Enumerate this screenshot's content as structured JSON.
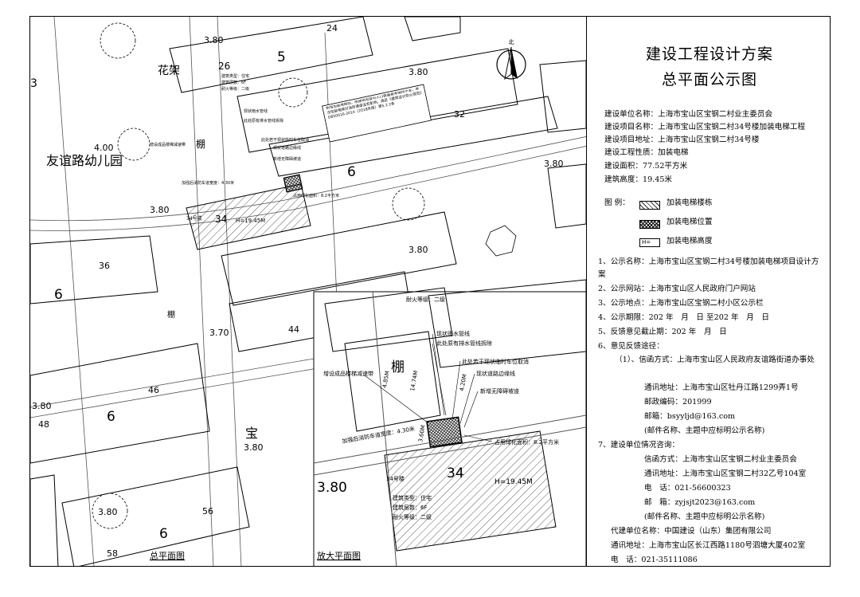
{
  "panel": {
    "title1": "建设工程设计方案",
    "title2": "总平面公示图",
    "info": [
      "建设单位名称：上海市宝山区宝钢二村业主委员会",
      "建设项目名称：上海市宝山区宝钢二村34号楼加装电梯工程",
      "建设项目地址：上海市宝山区宝钢二村34号楼",
      "建设工程性质：加装电梯",
      "建设面积：77.52平方米",
      "建筑高度：19.45米"
    ],
    "legend_title": "图 例：",
    "legend": [
      {
        "label": "加装电梯楼栋"
      },
      {
        "label": "加装电梯位置"
      },
      {
        "symbol": "H=",
        "label": "加装电梯高度"
      }
    ],
    "notes": [
      "1、公示名称：上海市宝山区宝钢二村34号楼加装电梯项目设计方案",
      "2、公示网站：上海市宝山区人民政府门户网站",
      "3、公示地点：上海市宝山区宝钢二村小区公示栏",
      "4、公示期限：202 年　月　日 至202 年　月　日",
      "5、反馈意见截止期：202 年　月　日",
      "6、意见反馈途径：",
      "（1）、信函方式：上海市宝山区人民政府友谊路街道办事处"
    ],
    "feedback": [
      "通讯地址：上海市宝山区牡丹江路1299弄1号",
      "邮政编码：201999",
      "邮箱：bsyyljd@163.com",
      "(邮件名称、主题中应标明公示名称)"
    ],
    "consult_title": "7、建设单位情况咨询：",
    "consult": [
      "信函方式：上海市宝山区宝钢二村业主委员会",
      "通讯地址：上海市宝山区宝钢二村32乙号104室",
      "电　话：021-56600323",
      "邮　箱：zyjsjt2023@163.com",
      "(邮件名称、主题中应标明公示名称)"
    ],
    "agent": [
      "代建单位名称：中国建设（山东）集团有限公司",
      "通讯地址：上海市宝山区长江西路1180号泗塘大厦402室",
      "电　话：021-35111086"
    ]
  },
  "site_plan": {
    "caption_main": "总平面图",
    "caption_detail": "放大平面图",
    "kindergarten": "友谊路幼儿园",
    "pergola": "花架",
    "shed": "棚",
    "bao": "宝",
    "north": "北",
    "elevations": [
      "3.80",
      "4.00",
      "3.80",
      "3.80",
      "3.70",
      "3.80",
      "3.80",
      "3.80",
      "3.80",
      "3.80",
      "3.80"
    ],
    "buildings": [
      "5",
      "24",
      "26",
      "32",
      "6",
      "36",
      "6",
      "44",
      "46",
      "6",
      "48",
      "56",
      "6",
      "58",
      "3"
    ],
    "building_34": "34",
    "building_34_label": "34号楼",
    "height_mark": "H=19.45M",
    "area_note": "占用绿化面积：8.2平方米",
    "fire_road": "加强后消防车道宽度：4.30米",
    "info_lines": [
      "建筑类型：住宅",
      "建筑层数：6F",
      "耐火等级：二级"
    ],
    "callouts": [
      "现状雨水管线",
      "此处原有排水管线拆除",
      "现状道路边缘线",
      "新增无障碍坡道",
      "增设成品楼梯减速带",
      "此处若干现状临时车位取消"
    ],
    "traffic_note": "新增加装电梯后，原建筑密度与人口数量基本保持不变，本次加装电梯对消防通道没有影响，满足《建筑设计防火规范》GB50016-2014（2018年版）第5.2.2条",
    "dim_1": "14.74M",
    "dim_2": "4.20M",
    "dim_3": "3.60M",
    "dim_4": "4.85M",
    "fire_grade": "耐火等级：二级"
  }
}
